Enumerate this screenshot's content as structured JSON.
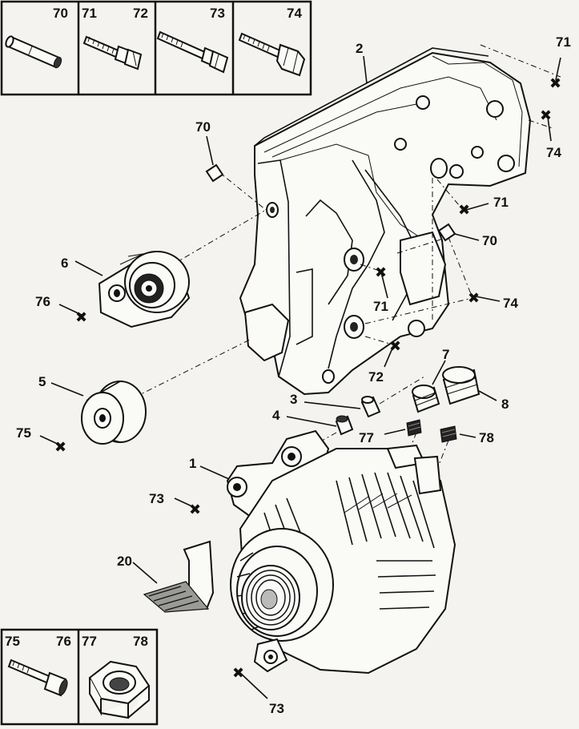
{
  "inset_top": {
    "labels": [
      "70",
      "71",
      "72",
      "73",
      "74"
    ]
  },
  "inset_bottom": {
    "labels": [
      "75",
      "76",
      "77",
      "78"
    ]
  },
  "callouts": [
    {
      "id": "c2",
      "text": "2"
    },
    {
      "id": "c71a",
      "text": "71"
    },
    {
      "id": "c74a",
      "text": "74"
    },
    {
      "id": "c70a",
      "text": "70"
    },
    {
      "id": "c71b",
      "text": "71"
    },
    {
      "id": "c70b",
      "text": "70"
    },
    {
      "id": "c6",
      "text": "6"
    },
    {
      "id": "c76",
      "text": "76"
    },
    {
      "id": "c71c",
      "text": "71"
    },
    {
      "id": "c74b",
      "text": "74"
    },
    {
      "id": "c7",
      "text": "7"
    },
    {
      "id": "c72",
      "text": "72"
    },
    {
      "id": "c8",
      "text": "8"
    },
    {
      "id": "c5",
      "text": "5"
    },
    {
      "id": "c3",
      "text": "3"
    },
    {
      "id": "c4",
      "text": "4"
    },
    {
      "id": "c77",
      "text": "77"
    },
    {
      "id": "c78",
      "text": "78"
    },
    {
      "id": "c75",
      "text": "75"
    },
    {
      "id": "c1",
      "text": "1"
    },
    {
      "id": "c73a",
      "text": "73"
    },
    {
      "id": "c20",
      "text": "20"
    },
    {
      "id": "c73b",
      "text": "73"
    }
  ]
}
